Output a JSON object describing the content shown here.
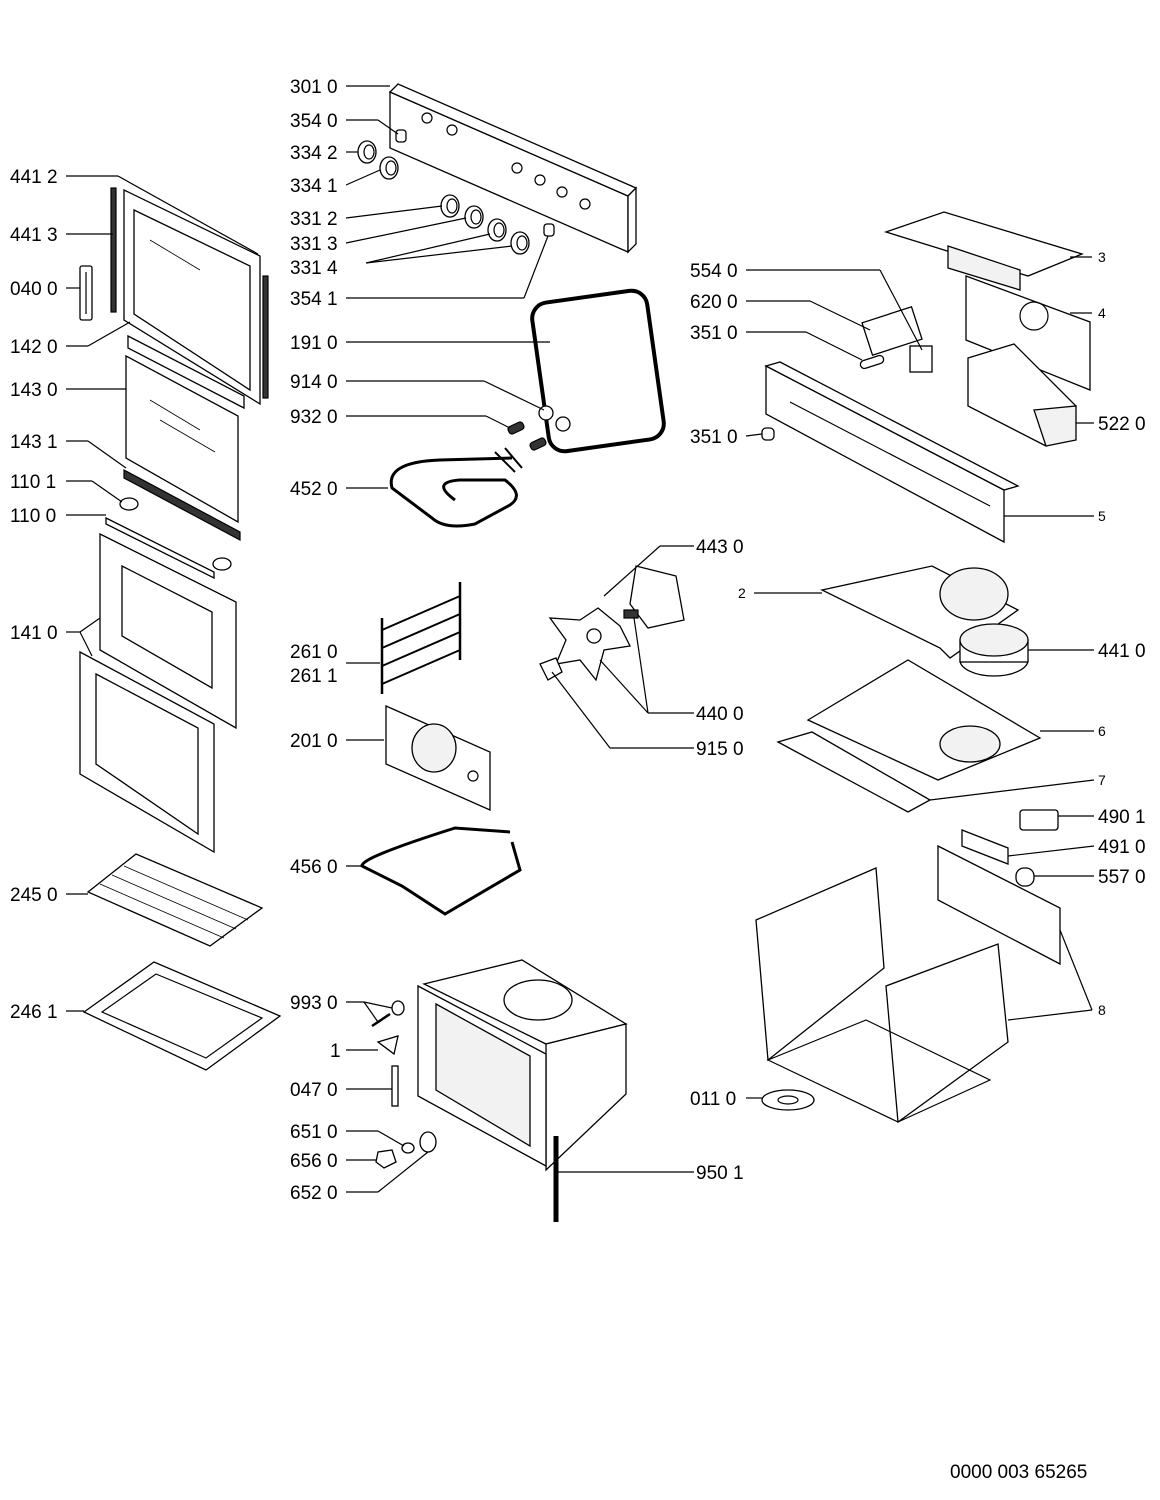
{
  "document_number": "0000 003 65265",
  "callouts": [
    {
      "id": "c3010",
      "text": "301 0"
    },
    {
      "id": "c3540",
      "text": "354 0"
    },
    {
      "id": "c3342",
      "text": "334 2"
    },
    {
      "id": "c3341",
      "text": "334 1"
    },
    {
      "id": "c3312",
      "text": "331 2"
    },
    {
      "id": "c3313",
      "text": "331 3"
    },
    {
      "id": "c3314",
      "text": "331 4"
    },
    {
      "id": "c3541",
      "text": "354 1"
    },
    {
      "id": "c1910",
      "text": "191 0"
    },
    {
      "id": "c9140",
      "text": "914 0"
    },
    {
      "id": "c9320",
      "text": "932 0"
    },
    {
      "id": "c4520",
      "text": "452 0"
    },
    {
      "id": "c4412",
      "text": "441 2"
    },
    {
      "id": "c4413",
      "text": "441 3"
    },
    {
      "id": "c0400",
      "text": "040 0"
    },
    {
      "id": "c1420",
      "text": "142 0"
    },
    {
      "id": "c1430",
      "text": "143 0"
    },
    {
      "id": "c1431",
      "text": "143 1"
    },
    {
      "id": "c1101",
      "text": "110 1"
    },
    {
      "id": "c1100",
      "text": "110 0"
    },
    {
      "id": "c1410",
      "text": "141 0"
    },
    {
      "id": "c2450",
      "text": "245 0"
    },
    {
      "id": "c2461",
      "text": "246 1"
    },
    {
      "id": "c2610",
      "text": "261 0"
    },
    {
      "id": "c2611",
      "text": "261 1"
    },
    {
      "id": "c2010",
      "text": "201 0"
    },
    {
      "id": "c4560",
      "text": "456 0"
    },
    {
      "id": "c9930",
      "text": "993 0"
    },
    {
      "id": "c1",
      "text": "1"
    },
    {
      "id": "c0470",
      "text": "047 0"
    },
    {
      "id": "c6510",
      "text": "651 0"
    },
    {
      "id": "c6560",
      "text": "656 0"
    },
    {
      "id": "c6520",
      "text": "652 0"
    },
    {
      "id": "c4430",
      "text": "443 0"
    },
    {
      "id": "c4400",
      "text": "440 0"
    },
    {
      "id": "c9150",
      "text": "915 0"
    },
    {
      "id": "c9501",
      "text": "950 1"
    },
    {
      "id": "c5540",
      "text": "554 0"
    },
    {
      "id": "c6200",
      "text": "620 0"
    },
    {
      "id": "c3510a",
      "text": "351 0"
    },
    {
      "id": "c3510b",
      "text": "351 0"
    },
    {
      "id": "c3",
      "text": "3"
    },
    {
      "id": "c4",
      "text": "4"
    },
    {
      "id": "c5220",
      "text": "522 0"
    },
    {
      "id": "c5",
      "text": "5"
    },
    {
      "id": "c2",
      "text": "2"
    },
    {
      "id": "c4410",
      "text": "441 0"
    },
    {
      "id": "c6",
      "text": "6"
    },
    {
      "id": "c7",
      "text": "7"
    },
    {
      "id": "c4901",
      "text": "490 1"
    },
    {
      "id": "c4910",
      "text": "491 0"
    },
    {
      "id": "c5570",
      "text": "557 0"
    },
    {
      "id": "c8",
      "text": "8"
    },
    {
      "id": "c0110",
      "text": "011 0"
    }
  ]
}
